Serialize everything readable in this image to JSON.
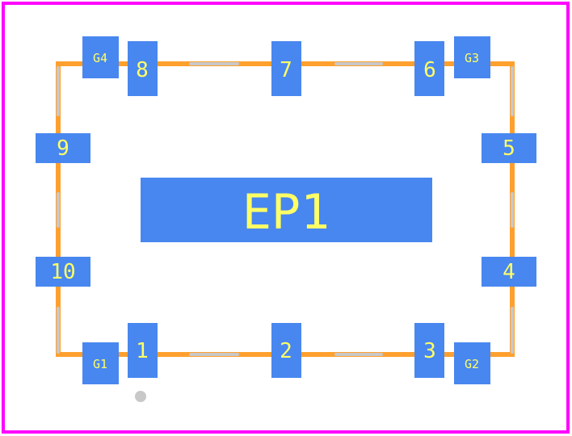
{
  "footprint": {
    "pads": {
      "p1": "1",
      "p2": "2",
      "p3": "3",
      "p4": "4",
      "p5": "5",
      "p6": "6",
      "p7": "7",
      "p8": "8",
      "p9": "9",
      "p10": "10",
      "g1": "G1",
      "g2": "G2",
      "g3": "G3",
      "g4": "G4",
      "ep": "EP1"
    }
  },
  "colors": {
    "board_outline": "#ff00ff",
    "silkscreen": "#ffa02e",
    "fab_layer": "#c8c8c8",
    "pad": "#4887ef",
    "pad_label": "#ffff66",
    "background": "#ffffff"
  }
}
